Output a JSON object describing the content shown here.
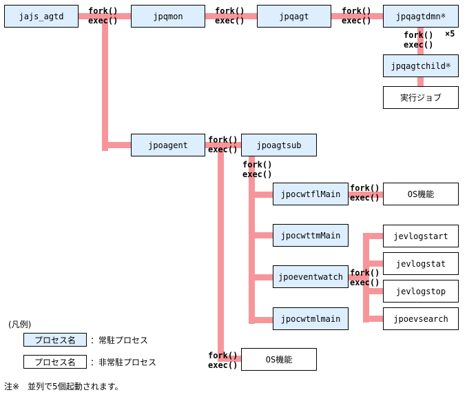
{
  "processes": {
    "jajs_agtd": "jajs_agtd",
    "jpqmon": "jpqmon",
    "jpqagt": "jpqagt",
    "jpqagtdmn": "jpqagtdmn",
    "jpqagtchild": "jpqagtchild",
    "job": "実行ジョブ",
    "jpoagent": "jpoagent",
    "jpoagtsub": "jpoagtsub",
    "jpocwtflMain": "jpocwtflMain",
    "os1": "OS機能",
    "jpocwttmMain": "jpocwttmMain",
    "jpoeventwatch": "jpoeventwatch",
    "jpocwtmlmain": "jpocwtmlmain",
    "jevlogstart": "jevlogstart",
    "jevlogstat": "jevlogstat",
    "jevlogstop": "jevlogstop",
    "jpoevsearch": "jpoevsearch",
    "os2": "OS機能"
  },
  "labels": {
    "fork": "fork()",
    "exec": "exec()",
    "mark": "※",
    "times5": "×5"
  },
  "legend": {
    "title": "(凡例)",
    "resident_box": "プロセス名",
    "resident_desc": "：常駐プロセス",
    "nonresident_box": "プロセス名",
    "nonresident_desc": "：非常駐プロセス"
  },
  "note": "注※　並列で5個起動されます。",
  "colors": {
    "connector": "#f7969a",
    "resident": "#ddeeff",
    "nonresident": "#ffffff"
  }
}
